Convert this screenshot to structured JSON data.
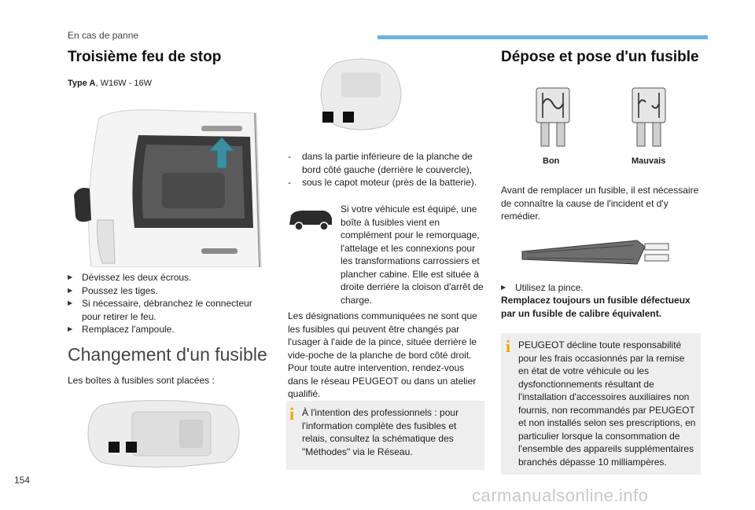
{
  "header": {
    "section": "En cas de panne",
    "page_number": "154"
  },
  "brake_light": {
    "title": "Troisième feu de stop",
    "type_label": "Type A",
    "type_value": ", W16W - 16W",
    "steps": [
      "Dévissez les deux écrous.",
      "Poussez les tiges.",
      "Si nécessaire, débranchez le connecteur pour retirer le feu.",
      "Remplacez l'ampoule."
    ]
  },
  "fuse_change": {
    "title": "Changement d'un fusible",
    "intro": "Les boîtes à fusibles sont placées :",
    "locations": [
      "dans la partie inférieure de la planche de bord côté gauche (derrière le couvercle),",
      "sous le capot moteur (près de la batterie)."
    ],
    "van_note": "Si votre véhicule est équipé, une boîte à fusibles vient en complément pour le remorquage, l'attelage et les connexions pour les transformations carrossiers et plancher cabine. Elle est située à droite derrière la cloison d'arrêt de charge.",
    "designations": "Les désignations communiquées ne sont que les fusibles qui peuvent être changés par l'usager à l'aide de la pince, située derrière le vide-poche de la planche de bord côté droit. Pour toute autre intervention, rendez-vous dans le réseau PEUGEOT ou dans un atelier qualifié.",
    "pro_info": "À l'intention des professionnels : pour l'information complète des fusibles et relais, consultez la schématique des \"Méthodes\" via le Réseau."
  },
  "fuse_removal": {
    "title": "Dépose et pose d'un fusible",
    "good_label": "Bon",
    "bad_label": "Mauvais",
    "before_text": "Avant de remplacer un fusible, il est nécessaire de connaître la cause de l'incident et d'y remédier.",
    "step": "Utilisez la pince.",
    "always_replace": "Remplacez toujours un fusible défectueux par un fusible de calibre équivalent.",
    "liability": "PEUGEOT décline toute responsabilité pour les frais occasionnés par la remise en état de votre véhicule ou les dysfonctionnements résultant de l'installation d'accessoires auxiliaires non fournis, non recommandés par PEUGEOT et non installés selon ses prescriptions, en particulier lorsque la consommation de l'ensemble des appareils supplémentaires branchés dépasse 10 milliampères."
  },
  "colors": {
    "accent_bar": "#6ab3e2",
    "arrow": "#3c8fa0",
    "info_icon": "#f0a500",
    "info_box": "#eeeeee"
  },
  "footer": {
    "watermark": "carmanualsonline.info"
  }
}
